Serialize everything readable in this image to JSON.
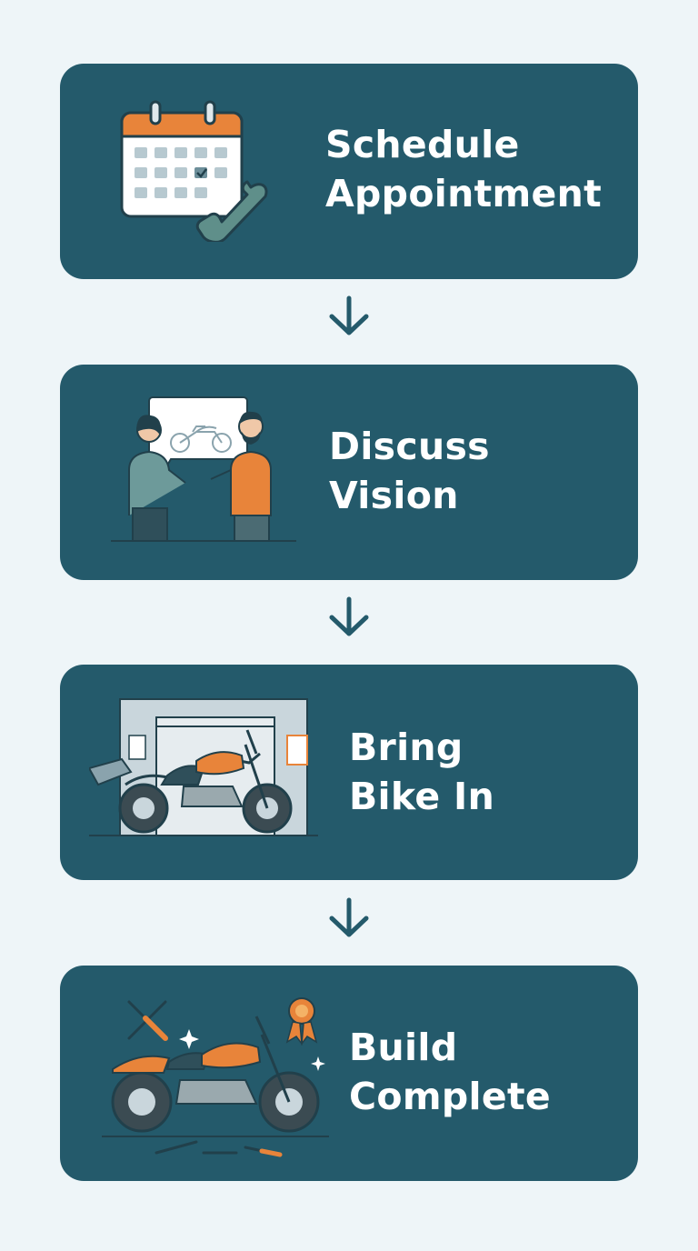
{
  "steps": [
    {
      "id": "schedule",
      "line1": "Schedule",
      "line2": "Appointment",
      "icon": "calendar-phone-icon"
    },
    {
      "id": "discuss",
      "line1": "Discuss",
      "line2": "Vision",
      "icon": "people-discussing-icon"
    },
    {
      "id": "bring",
      "line1": "Bring",
      "line2": "Bike In",
      "icon": "garage-motorcycle-icon"
    },
    {
      "id": "build",
      "line1": "Build",
      "line2": "Complete",
      "icon": "finished-motorcycle-icon"
    }
  ],
  "colors": {
    "background": "#eef5f8",
    "card": "#245a6b",
    "text": "#ffffff",
    "accent": "#e8843a",
    "arrow": "#245a6b",
    "ink": "#21404b"
  }
}
